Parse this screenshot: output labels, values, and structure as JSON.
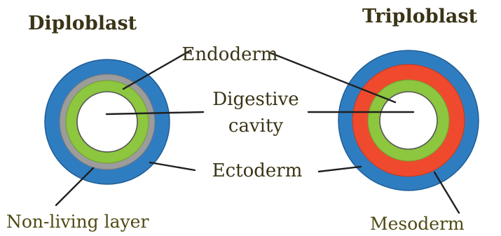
{
  "diplo": {
    "title": "Diploblast",
    "layers": [
      {
        "name": "Ectoderm",
        "color": "#2f7dc1"
      },
      {
        "name": "Non-living layer",
        "color": "#9c9c9c"
      },
      {
        "name": "Endoderm",
        "color": "#8dc63f"
      },
      {
        "name": "Digestive cavity",
        "color": "#ffffff"
      }
    ]
  },
  "triplo": {
    "title": "Triploblast",
    "layers": [
      {
        "name": "Ectoderm",
        "color": "#2f7dc1"
      },
      {
        "name": "Mesoderm",
        "color": "#ef4a2e"
      },
      {
        "name": "Endoderm",
        "color": "#8dc63f"
      },
      {
        "name": "Digestive cavity",
        "color": "#ffffff"
      }
    ]
  },
  "labels": {
    "endoderm": "Endoderm",
    "digestive_line1": "Digestive",
    "digestive_line2": "cavity",
    "ectoderm": "Ectoderm",
    "nonliving": "Non-living layer",
    "mesoderm": "Mesoderm"
  }
}
